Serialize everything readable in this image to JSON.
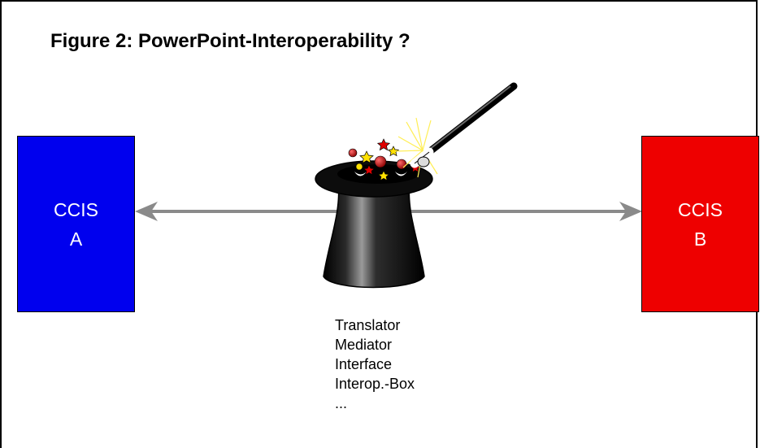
{
  "title": "Figure 2: PowerPoint-Interoperability ?",
  "box_a": {
    "line1": "CCIS",
    "line2": "A",
    "color": "#0000ee"
  },
  "box_b": {
    "line1": "CCIS",
    "line2": "B",
    "color": "#ee0000"
  },
  "arrow_color": "#8a8a8a",
  "center_icon": "magic-hat-with-wand",
  "labels": [
    "Translator",
    "Mediator",
    "Interface",
    "Interop.-Box",
    "..."
  ]
}
